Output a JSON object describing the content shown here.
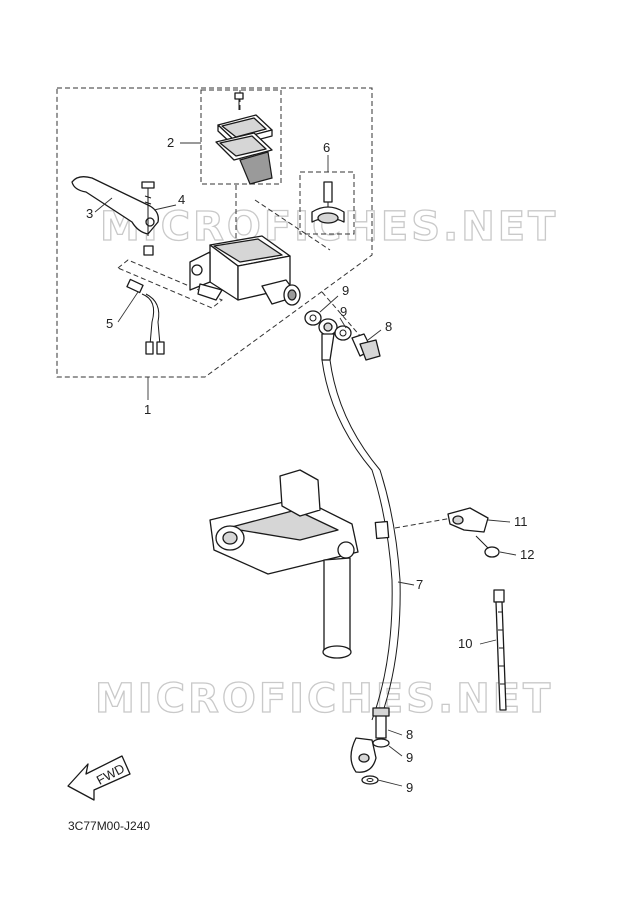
{
  "watermark": "MICROFICHES.NET",
  "diagram_code": "3C77M00-J240",
  "fwd_label": "FWD",
  "callouts": {
    "c1": "1",
    "c2": "2",
    "c3": "3",
    "c4": "4",
    "c5": "5",
    "c6": "6",
    "c7": "7",
    "c8a": "8",
    "c8b": "8",
    "c9a": "9",
    "c9b": "9",
    "c9c": "9",
    "c9d": "9",
    "c10": "10",
    "c11": "11",
    "c12": "12"
  }
}
